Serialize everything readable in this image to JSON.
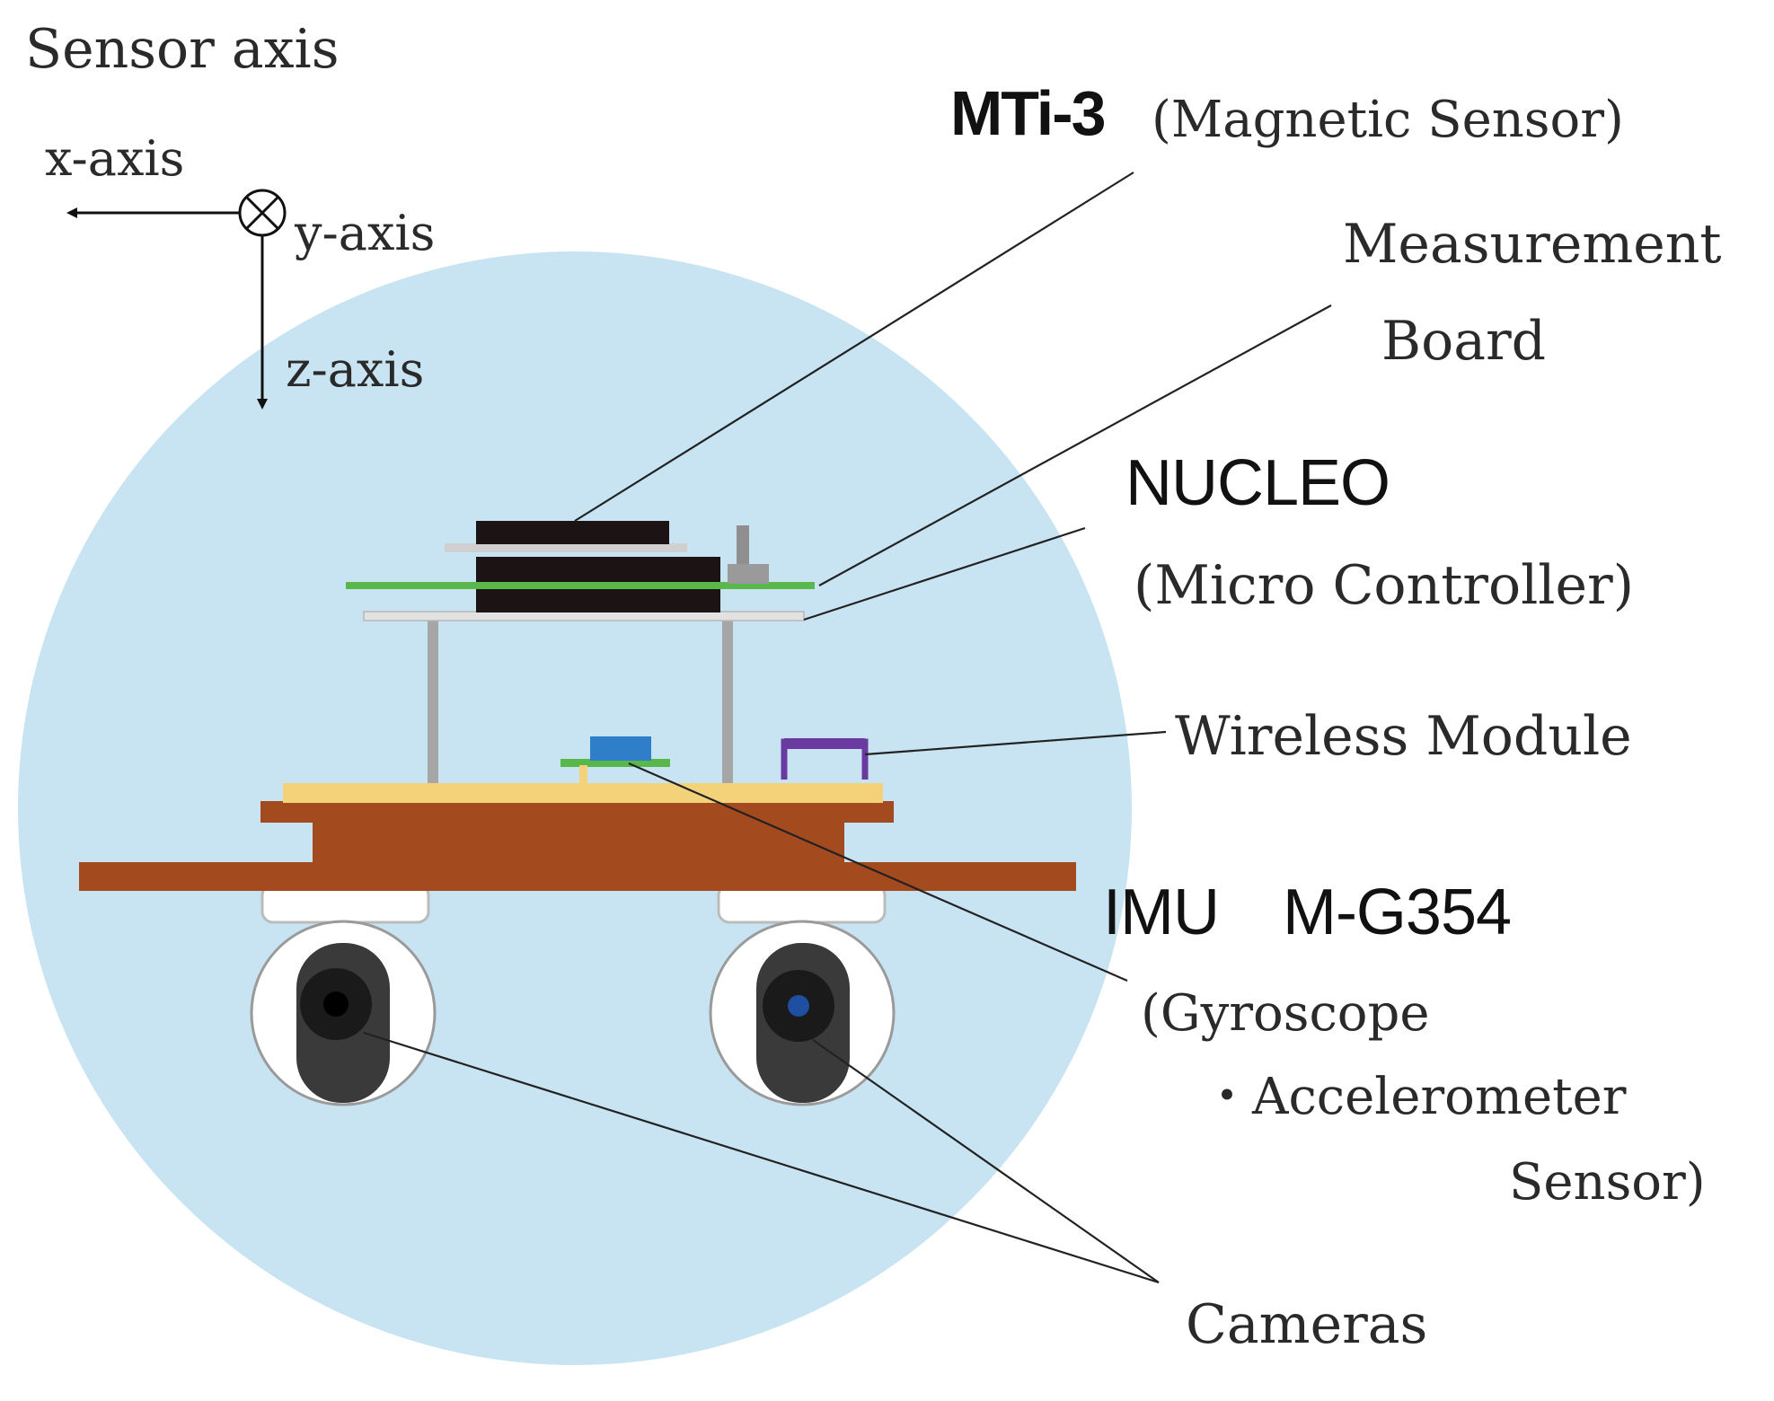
{
  "title": "Sensor axis",
  "axes": {
    "x_label": "x-axis",
    "y_label": "y-axis",
    "z_label": "z-axis"
  },
  "labels": {
    "mti_name": "MTi-3",
    "mti_desc": "(Magnetic Sensor)",
    "measurement_line1": "Measurement",
    "measurement_line2": "Board",
    "nucleo_name": "NUCLEO",
    "nucleo_desc": "(Micro Controller)",
    "wireless": "Wireless Module",
    "imu_name": "IMU　M-G354",
    "imu_desc_line1": "(Gyroscope",
    "imu_desc_line2": "・Accelerometer",
    "imu_desc_line3": "Sensor)",
    "cameras": "Cameras"
  },
  "colors": {
    "sphere": "#c8e4f3",
    "base": "#a34a1e",
    "deck": "#f3d27a",
    "board_green": "#5ab84a",
    "module_black": "#1c1414",
    "wireless_purple": "#6a3aa0",
    "imu_blue": "#2f7ec9",
    "pillar": "#a6a6a6"
  }
}
